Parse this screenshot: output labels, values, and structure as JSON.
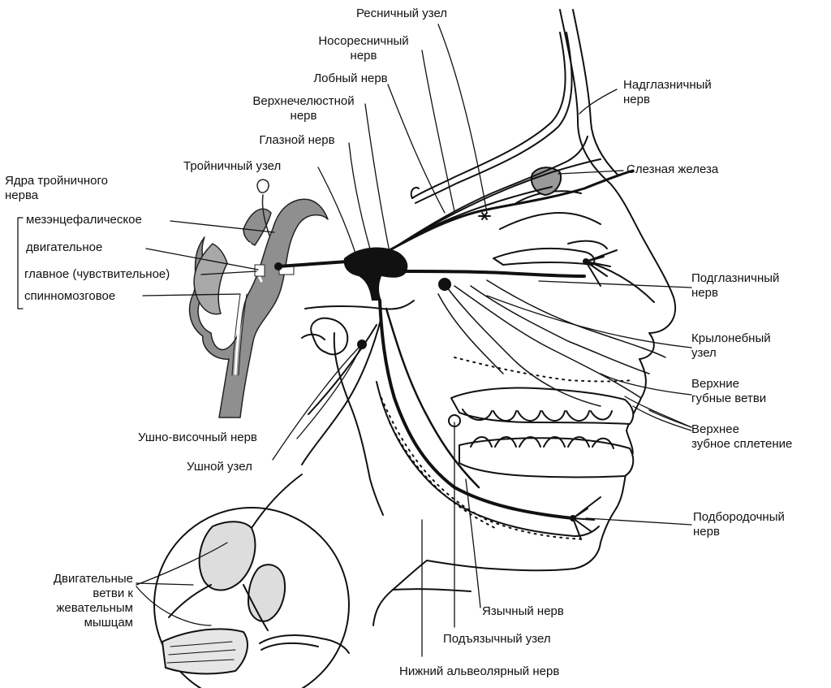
{
  "labels": {
    "ciliary_ganglion": "Ресничный узел",
    "nasociliary_nerve": "Носоресничный\nнерв",
    "frontal_nerve": "Лобный нерв",
    "maxillary_nerve": "Верхнечелюстной\nнерв",
    "ophthalmic_nerve": "Глазной нерв",
    "trigeminal_ganglion": "Тройничный узел",
    "trigeminal_nuclei": "Ядра тройничного\nнерва",
    "nucleus_mesencephalic": "мезэнцефалическое",
    "nucleus_motor": "двигательное",
    "nucleus_main": "главное (чувствительное)",
    "nucleus_spinal": "спинномозговое",
    "supraorbital_nerve": "Надглазничный\nнерв",
    "lacrimal_gland": "Слезная железа",
    "infraorbital_nerve": "Подглазничный\nнерв",
    "pterygopalatine_ganglion": "Крылонебный\nузел",
    "upper_labial_branches": "Верхние\nгубные ветви",
    "upper_dental_plexus": "Верхнее\nзубное сплетение",
    "auriculotemporal_nerve": "Ушно-височный нерв",
    "otic_ganglion": "Ушной узел",
    "mental_nerve": "Подбородочный\nнерв",
    "motor_branches": "Двигательные\nветви к\nжевательным\nмышцам",
    "lingual_nerve": "Язычный нерв",
    "submandibular_ganglion": "Подъязычный узел",
    "inferior_alveolar_nerve": "Нижний альвеолярный нерв"
  }
}
